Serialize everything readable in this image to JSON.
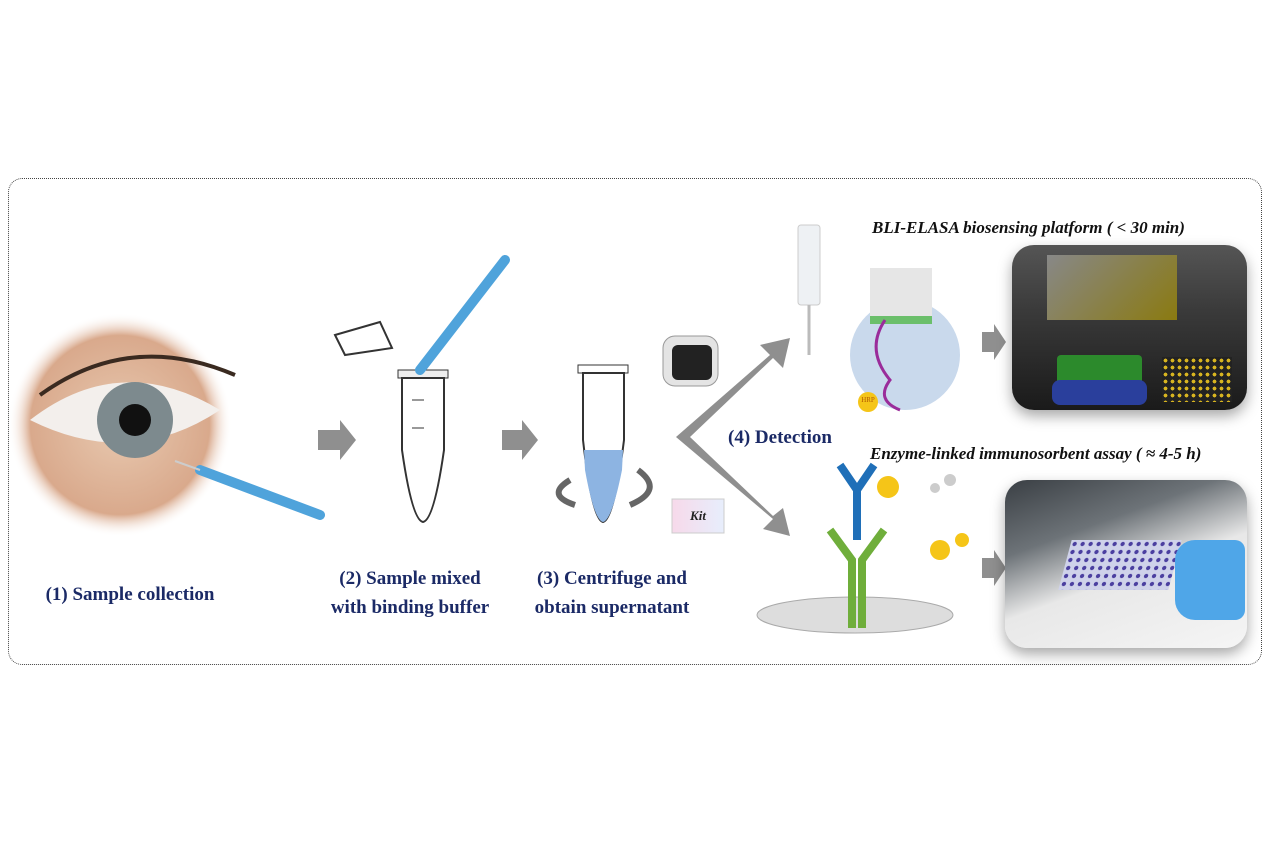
{
  "steps": {
    "step1": "(1) Sample collection",
    "step2_line1": "(2) Sample mixed",
    "step2_line2": "with binding buffer",
    "step3_line1": "(3) Centrifuge and",
    "step3_line2": "obtain supernatant",
    "step4": "(4) Detection"
  },
  "methods": {
    "bli_title": "BLI-ELASA biosensing platform ( < 30 min)",
    "elisa_title": "Enzyme-linked immunosorbent assay ( ≈ 4-5 h)"
  },
  "labels": {
    "kit": "Kit",
    "hrp": "HRP"
  },
  "colors": {
    "label": "#1b2a66",
    "arrow": "#8f8f8f",
    "liquid": "#8db4e2"
  }
}
